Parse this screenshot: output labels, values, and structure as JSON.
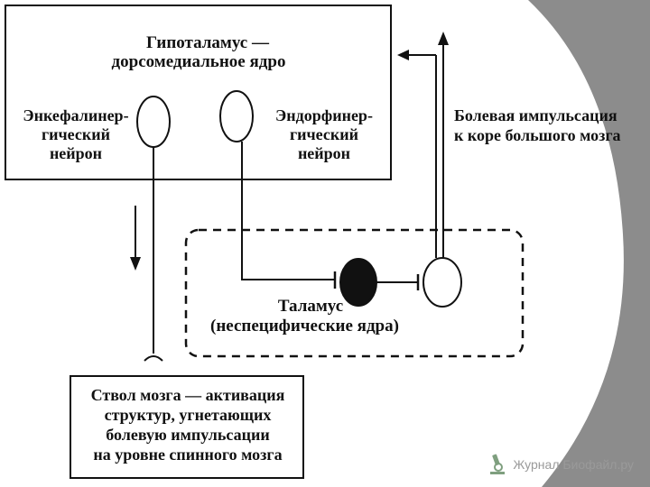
{
  "hypothalamus_box": {
    "title_line1": "Гипоталамус —",
    "title_line2": "дорсомедиальное ядро",
    "left_neuron": "Энкефалинер-\nгический\nнейрон",
    "right_neuron": "Эндорфинер-\nгический\nнейрон"
  },
  "pain_label": "Болевая импульсация\nк коре большого мозга",
  "thalamus_label": {
    "line1": "Таламус",
    "line2": "(неспецифические ядра)"
  },
  "brainstem_box": {
    "text": "Ствол мозга — активация\nструктур, угнетающих\nболевую импульсации\nна уровне спинного мозга"
  },
  "watermark": {
    "text": "Журнал Биофайл.ру",
    "icon": "microscope-icon"
  },
  "colors": {
    "slide_gray": "#8c8c8c",
    "line": "#111111",
    "watermark_text": "#9a9a9a"
  }
}
